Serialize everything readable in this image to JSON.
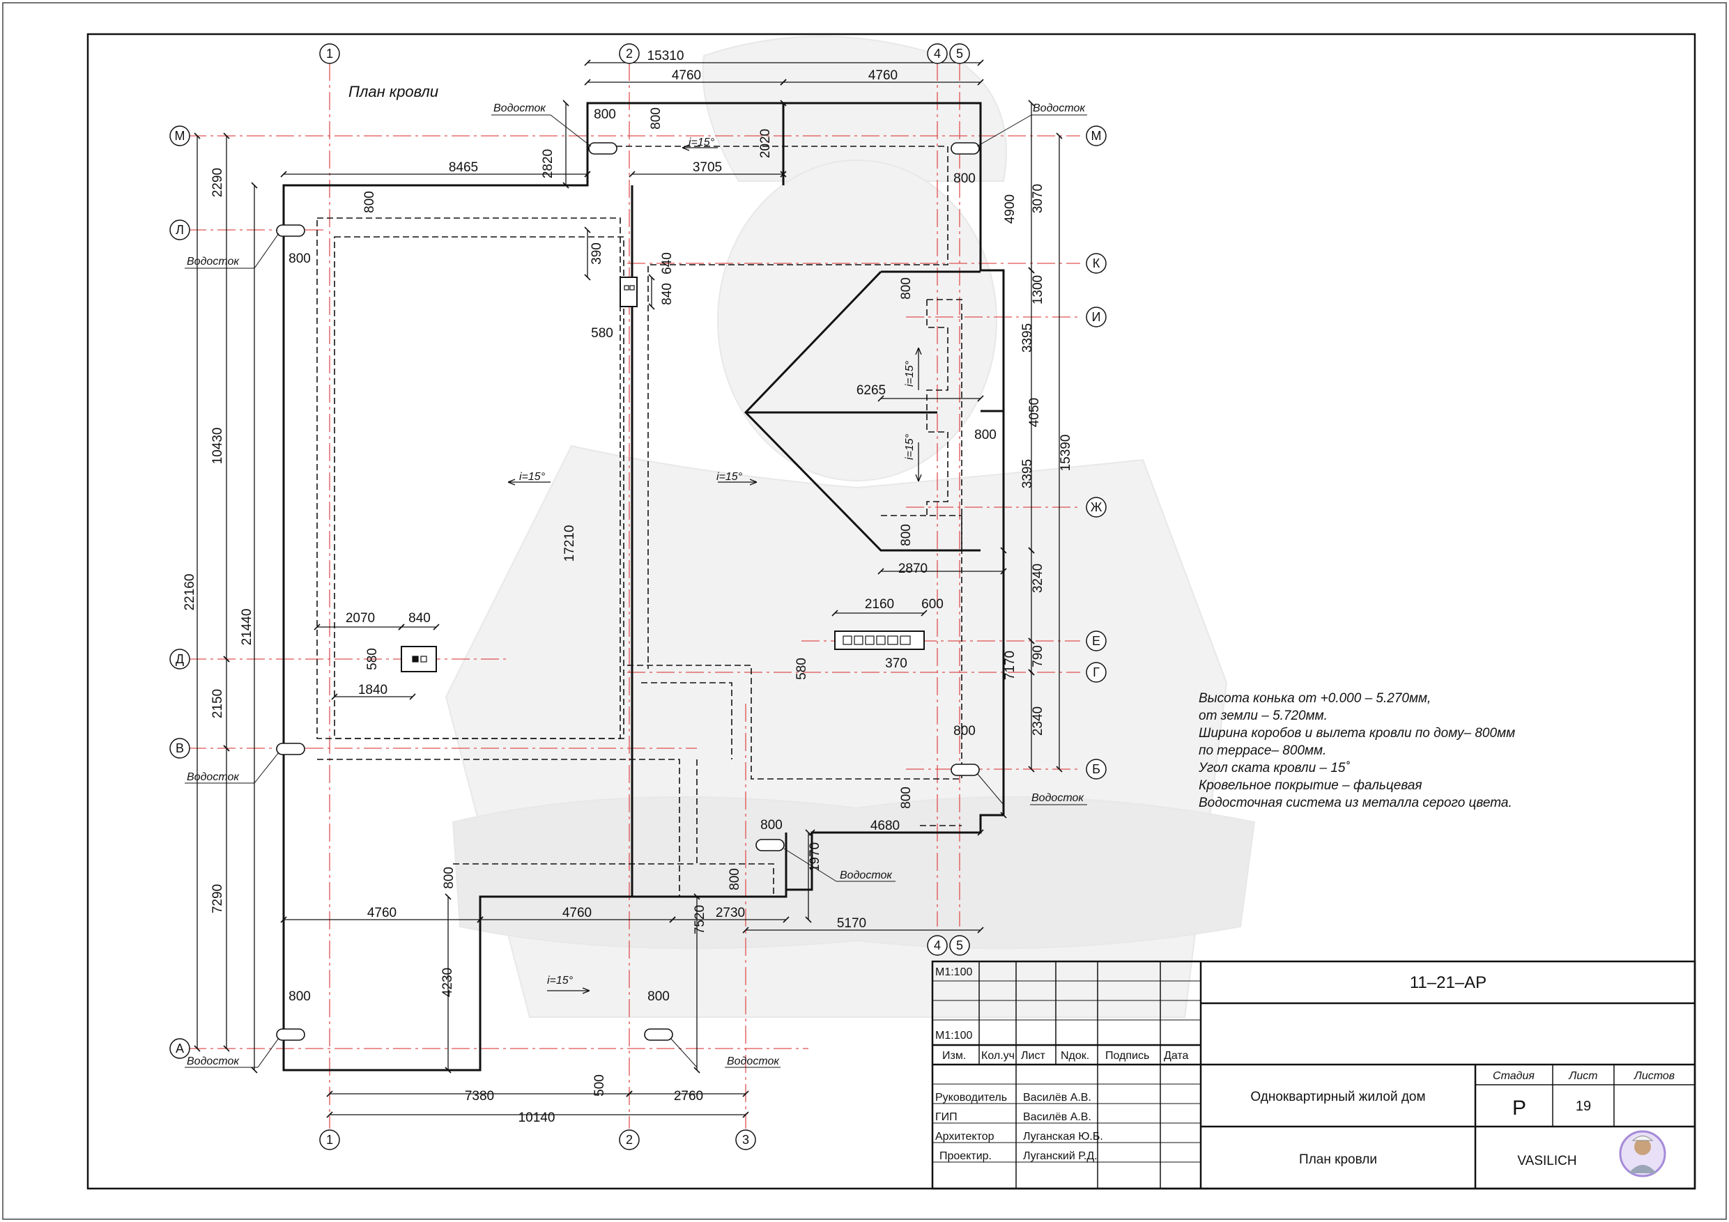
{
  "drawing": {
    "title": "План кровли",
    "axes_top": [
      "1",
      "2",
      "4",
      "5"
    ],
    "axes_bottom": [
      "1",
      "2",
      "3"
    ],
    "axes_left": [
      "М",
      "Л",
      "Д",
      "В",
      "А"
    ],
    "axes_right": [
      "М",
      "К",
      "И",
      "Ж",
      "Е",
      "Г",
      "Б"
    ],
    "axes_mid": [
      "4",
      "5"
    ],
    "slope_label": "i=15°",
    "drain_label": "Водосток",
    "dims": {
      "d15310": "15310",
      "d4760": "4760",
      "d8465": "8465",
      "d3705": "3705",
      "d2820": "2820",
      "d2020": "2020",
      "d800": "800",
      "d2290": "2290",
      "d4900": "4900",
      "d3070": "3070",
      "d390": "390",
      "d640": "640",
      "d840": "840",
      "d580": "580",
      "d1300": "1300",
      "d3395": "3395",
      "d6265": "6265",
      "d4050": "4050",
      "d15390": "15390",
      "d10430": "10430",
      "d17210": "17210",
      "d2870": "2870",
      "d3240": "3240",
      "d2160": "2160",
      "d600": "600",
      "d370": "370",
      "d7170": "7170",
      "d790": "790",
      "d2340": "2340",
      "d2070": "2070",
      "d1840": "1840",
      "d22160": "22160",
      "d21440": "21440",
      "d2150": "2150",
      "d7290": "7290",
      "d4680": "4680",
      "d1970": "1970",
      "d2730": "2730",
      "d5170": "5170",
      "d7520": "7520",
      "d4230": "4230",
      "d7380": "7380",
      "d500": "500",
      "d2760": "2760",
      "d10140": "10140"
    }
  },
  "notes": [
    "Высота конька от +0.000 – 5.270мм,",
    "от земли – 5.720мм.",
    "Ширина коробов и вылета кровли по дому– 800мм",
    "по террасе– 800мм.",
    "Угол ската кровли – 15˚",
    "Кровельное покрытие – фальцевая",
    "Водосточная система из металла серого цвета."
  ],
  "title_block": {
    "code": "11–21–АР",
    "scale1": "М1:100",
    "scale2": "М1:100",
    "headers": [
      "Изм.",
      "Кол.уч",
      "Лист",
      "Nдок.",
      "Подпись",
      "Дата"
    ],
    "roles": [
      {
        "role": "Руководитель",
        "name": "Василёв А.В."
      },
      {
        "role": "ГИП",
        "name": "Василёв А.В."
      },
      {
        "role": "Архитектор",
        "name": "Луганская Ю.Б."
      },
      {
        "role": "Проектир.",
        "name": "Луганский Р.Д."
      }
    ],
    "project": "Одноквартирный жилой дом",
    "sheet_name": "План кровли",
    "stage_label": "Стадия",
    "sheet_label": "Лист",
    "sheets_label": "Листов",
    "stage": "Р",
    "sheet": "19",
    "sheets": "",
    "company": "VASILICH"
  },
  "colors": {
    "line": "#111111",
    "axis": "#e05050",
    "watermark": "#f1f1f1"
  }
}
